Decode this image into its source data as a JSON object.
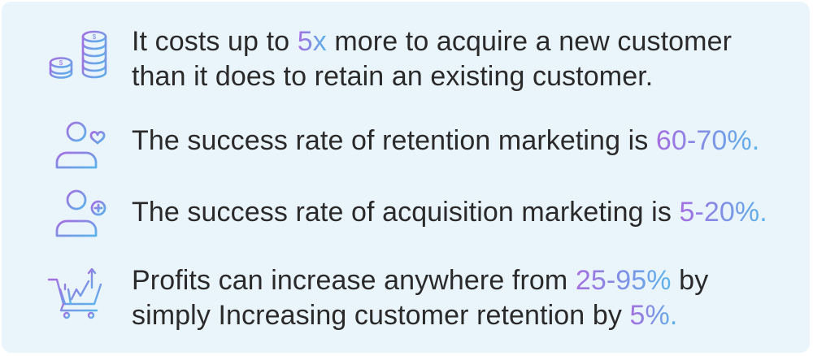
{
  "stats": [
    {
      "icon": "coin-stack-icon",
      "line1": {
        "pre": "It costs up to ",
        "hl": "5x",
        "post": " more to acquire a new customer"
      },
      "line2": {
        "pre": "than it does to retain an existing customer.",
        "hl": "",
        "post": ""
      }
    },
    {
      "icon": "user-heart-icon",
      "line1": {
        "pre": "The success rate of retention marketing is ",
        "hl": "60-70%.",
        "post": ""
      }
    },
    {
      "icon": "user-add-icon",
      "line1": {
        "pre": "The success rate of acquisition marketing is ",
        "hl": "5-20%.",
        "post": ""
      }
    },
    {
      "icon": "cart-growth-icon",
      "line1": {
        "pre": "Profits can increase anywhere from ",
        "hl": "25-95%",
        "post": " by"
      },
      "line2": {
        "pre": "simply Increasing customer retention by ",
        "hl": "5%.",
        "post": ""
      }
    }
  ],
  "colors": {
    "background": "#eaf4fb",
    "gradient_start": "#a56ee0",
    "gradient_end": "#5ab4ea",
    "text": "#2a2a2a"
  }
}
